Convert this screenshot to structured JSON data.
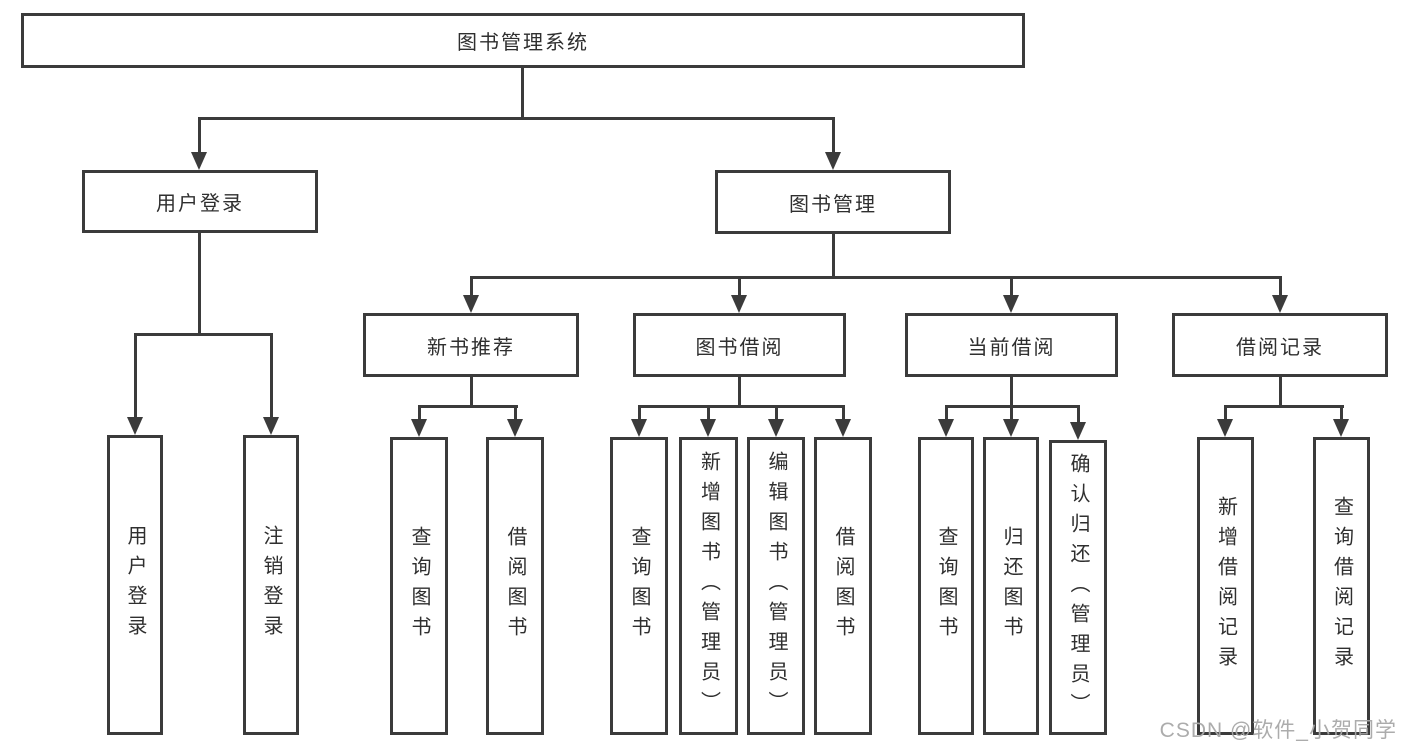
{
  "tree": {
    "label": "图书管理系统",
    "children": [
      {
        "label": "用户登录",
        "children": [
          {
            "label": "用户登录"
          },
          {
            "label": "注销登录"
          }
        ]
      },
      {
        "label": "图书管理",
        "children": [
          {
            "label": "新书推荐",
            "children": [
              {
                "label": "查询图书"
              },
              {
                "label": "借阅图书"
              }
            ]
          },
          {
            "label": "图书借阅",
            "children": [
              {
                "label": "查询图书"
              },
              {
                "label": "新增图书（管理员）"
              },
              {
                "label": "编辑图书（管理员）"
              },
              {
                "label": "借阅图书"
              }
            ]
          },
          {
            "label": "当前借阅",
            "children": [
              {
                "label": "查询图书"
              },
              {
                "label": "归还图书"
              },
              {
                "label": "确认归还（管理员）"
              }
            ]
          },
          {
            "label": "借阅记录",
            "children": [
              {
                "label": "新增借阅记录"
              },
              {
                "label": "查询借阅记录"
              }
            ]
          }
        ]
      }
    ]
  },
  "watermark": {
    "text": "CSDN @软件_小贺同学"
  },
  "colors": {
    "line": "#3b3b3b",
    "border": "#3b3b3b",
    "text": "#2f2f2f",
    "background": "#ffffff",
    "watermark": "#a8a8a8"
  }
}
